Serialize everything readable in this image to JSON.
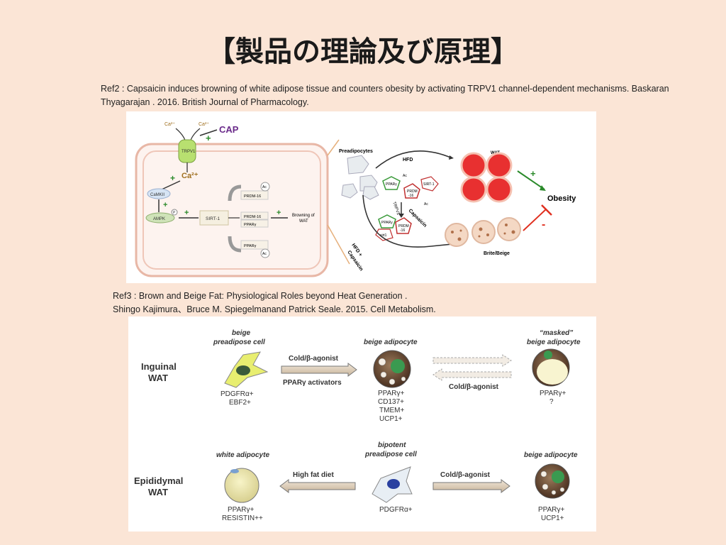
{
  "title": "【製品の理論及び原理】",
  "ref2": {
    "line1": "Ref2 : Capsaicin induces browning of white adipose tissue and counters obesity by activating TRPV1 channel-dependent mechanisms. Baskaran",
    "line2": "Thyagarajan . 2016. British Journal of Pharmacology."
  },
  "ref3": {
    "line1": "Ref3 : Brown and Beige Fat: Physiological Roles beyond Heat Generation .",
    "line2": "Shingo Kajimura、Bruce M. Spiegelmanand Patrick Seale. 2015. Cell Metabolism."
  },
  "fig1": {
    "ca_ion": "Ca²⁺",
    "cap": "CAP",
    "plus": "+",
    "minus": "-",
    "trpv1": "TRPV1",
    "ca2": "Ca²⁺",
    "camkii": "CaMKII",
    "ampk": "AMPK",
    "p": "P",
    "sirt1": "SIRT-1",
    "prdm16_top": "PRDM-16",
    "prdm16_mid": "PRDM-16",
    "ppary_mid": "PPARγ",
    "ppary_bot": "PPARγ",
    "ac": "Ac",
    "browning_1": "Browning of",
    "browning_2": "WAT",
    "preadipocytes": "Preadipocytes",
    "hfd": "HFD",
    "wat": "WAT",
    "obesity": "Obesity",
    "ppar": "PPARγ",
    "prdm": "PRDM",
    "prdm_16": "-16",
    "sirt1_small": "sirt1",
    "trpv1_rot": "TRPV1",
    "capsaicin": "Capsaicin",
    "hfd_caps_1": "HFD +",
    "hfd_caps_2": "Capsaicin",
    "brite": "Brite/Beige"
  },
  "fig2": {
    "row1_label_1": "Inguinal",
    "row1_label_2": "WAT",
    "row2_label_1": "Epididymal",
    "row2_label_2": "WAT",
    "beige_pre_1": "beige",
    "beige_pre_2": "preadipose cell",
    "beige_adipo": "beige adipocyte",
    "masked_1": "“masked”",
    "masked_2": "beige adipocyte",
    "cold_agonist": "Cold/β-agonist",
    "ppar_act": "PPARγ activators",
    "pdgfr": "PDGFRα+",
    "ebf2": "EBF2+",
    "ppar_plus": "PPARγ+",
    "cd137": "CD137+",
    "tmem": "TMEM+",
    "ucp1": "UCP1+",
    "q": "?",
    "white_adipo": "white adipocyte",
    "bipotent_1": "bipotent",
    "bipotent_2": "preadipose cell",
    "high_fat": "High fat diet",
    "resistin": "RESISTIN++",
    "pdgfr2": "PDGFRα+",
    "ppar_plus3": "PPARγ+",
    "ucp1_b": "UCP1+"
  }
}
